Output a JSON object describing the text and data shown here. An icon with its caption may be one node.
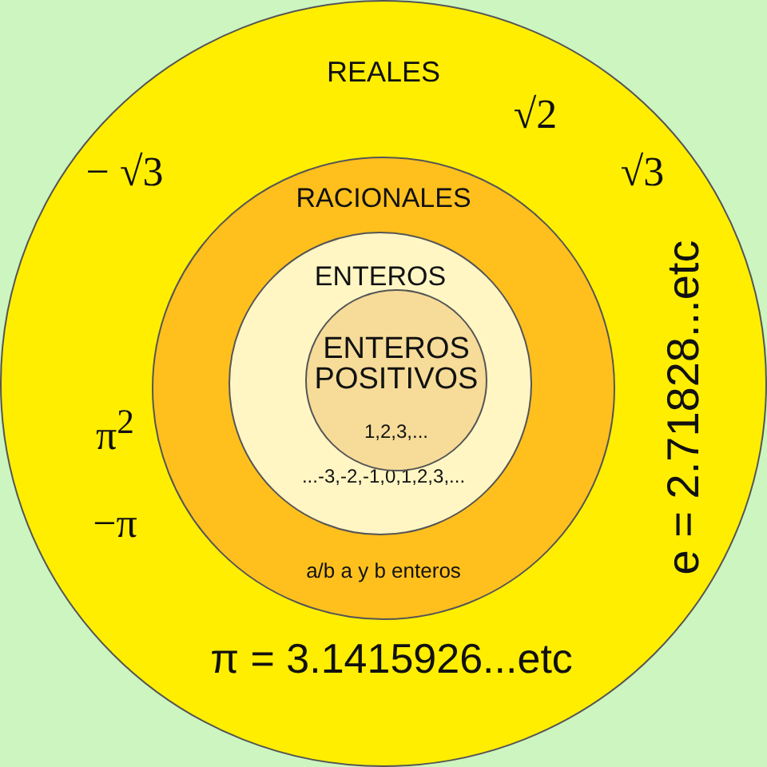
{
  "diagram": {
    "nodes": [
      {
        "text": [
          "REALES",
          "√2",
          "√3",
          "− √3",
          "π$^{2}$",
          "−π",
          "e = 2.71828...etc",
          "π = 3.1415926...etc"
        ]
      },
      {
        "text": [
          "RACIONALES",
          "a/b a y b enteros"
        ],
        "in": 0
      },
      {
        "text": [
          "ENTEROS",
          "...-3,-2,-1,0,1,2,3,..."
        ],
        "in": 1
      },
      {
        "text": [
          "ENTEROS POSITIVOS",
          "1,2,3,..."
        ],
        "in": 2
      }
    ]
  }
}
